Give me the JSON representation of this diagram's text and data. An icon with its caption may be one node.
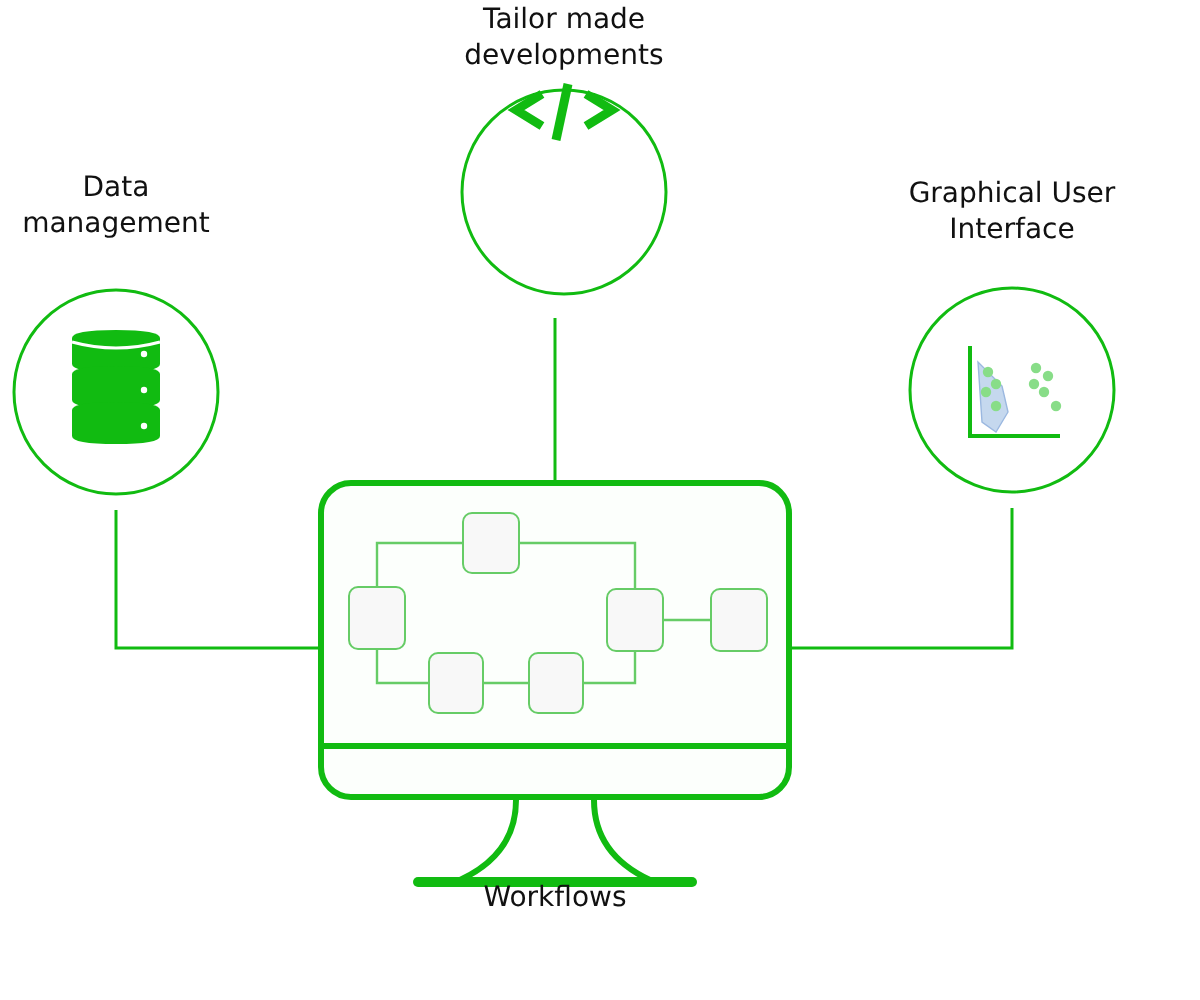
{
  "diagram": {
    "nodes": [
      {
        "text": [
          "Data management"
        ]
      },
      {
        "text": [
          "Tailor made developments"
        ]
      },
      {
        "text": [
          "Graphical User Interface"
        ]
      },
      {
        "text": [
          "Workflows"
        ]
      },
      {
        "text": [],
        "shape": "box",
        "in": 3
      },
      {
        "text": [],
        "shape": "box",
        "in": 3
      },
      {
        "text": [],
        "shape": "box",
        "in": 3
      },
      {
        "text": [],
        "shape": "box",
        "in": 3
      },
      {
        "text": [],
        "shape": "box",
        "in": 3
      },
      {
        "text": [],
        "shape": "box",
        "in": 3
      }
    ],
    "edges": [
      {
        "from": 0,
        "to": 3,
        "arrow": "none"
      },
      {
        "from": 1,
        "to": 3,
        "arrow": "none"
      },
      {
        "from": 2,
        "to": 3,
        "arrow": "none"
      },
      {
        "from": 4,
        "to": 6,
        "arrow": "none"
      },
      {
        "from": 6,
        "to": 8,
        "arrow": "none"
      },
      {
        "from": 4,
        "to": 5,
        "arrow": "none"
      },
      {
        "from": 5,
        "to": 7,
        "arrow": "none"
      },
      {
        "from": 7,
        "to": 8,
        "arrow": "none"
      },
      {
        "from": 8,
        "to": 9,
        "arrow": "none"
      }
    ]
  }
}
